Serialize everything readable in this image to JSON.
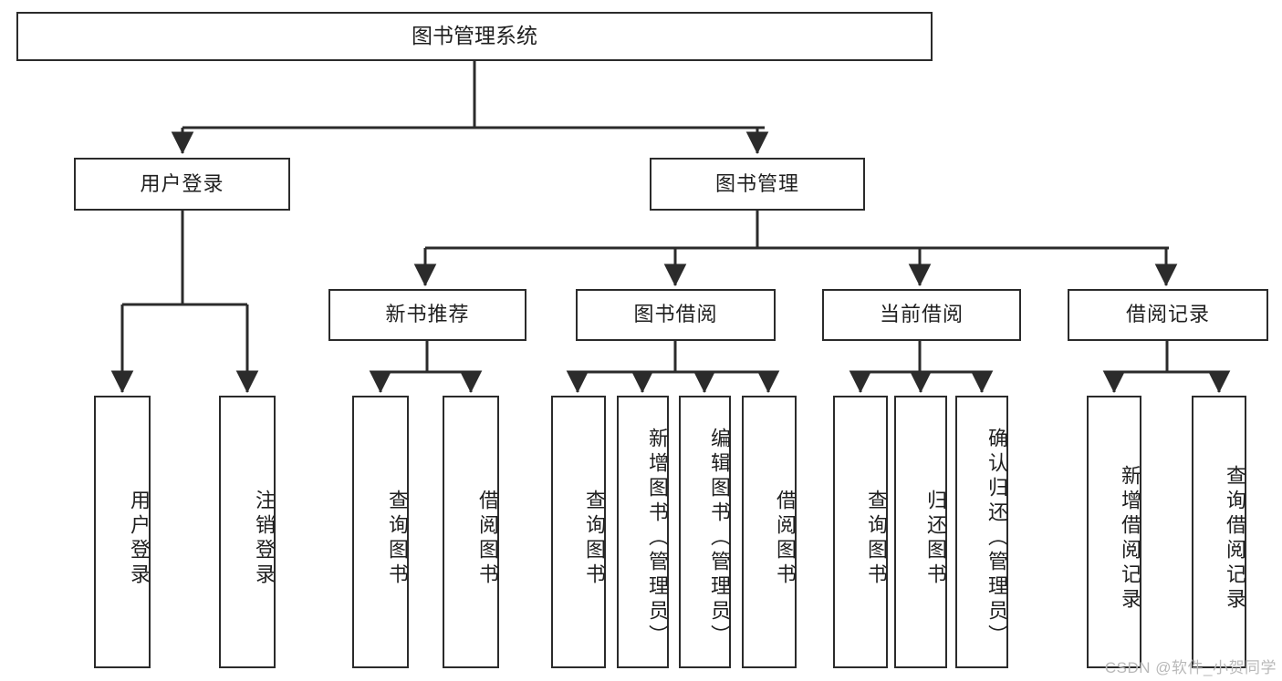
{
  "diagram": {
    "type": "tree-hierarchy",
    "title": "图书管理系统",
    "watermark": "CSDN @软件_小贺同学",
    "style": {
      "background": "#ffffff",
      "box_border": "#2b2b2b",
      "box_fill": "#ffffff",
      "connector": "#2b2b2b",
      "text": "#1f1f1f"
    },
    "nodes": {
      "root": {
        "label": "图书管理系统",
        "level": 1
      },
      "l2": [
        {
          "label": "用户登录",
          "level": 2
        },
        {
          "label": "图书管理",
          "level": 2
        }
      ],
      "l3": [
        {
          "label": "新书推荐",
          "level": 3
        },
        {
          "label": "图书借阅",
          "level": 3
        },
        {
          "label": "当前借阅",
          "level": 3
        },
        {
          "label": "借阅记录",
          "level": 3
        }
      ],
      "leaves": [
        {
          "label": "用户登录",
          "parent": "用户登录"
        },
        {
          "label": "注销登录",
          "parent": "用户登录"
        },
        {
          "label": "查询图书",
          "parent": "新书推荐"
        },
        {
          "label": "借阅图书",
          "parent": "新书推荐"
        },
        {
          "label": "查询图书",
          "parent": "图书借阅"
        },
        {
          "label": "新增图书（管理员）",
          "parent": "图书借阅"
        },
        {
          "label": "编辑图书（管理员）",
          "parent": "图书借阅"
        },
        {
          "label": "借阅图书",
          "parent": "图书借阅"
        },
        {
          "label": "查询图书",
          "parent": "当前借阅"
        },
        {
          "label": "归还图书",
          "parent": "当前借阅"
        },
        {
          "label": "确认归还（管理员）",
          "parent": "当前借阅"
        },
        {
          "label": "新增借阅记录",
          "parent": "借阅记录"
        },
        {
          "label": "查询借阅记录",
          "parent": "借阅记录"
        }
      ]
    },
    "edges": [
      {
        "from": "图书管理系统",
        "to": "用户登录"
      },
      {
        "from": "图书管理系统",
        "to": "图书管理"
      },
      {
        "from": "图书管理",
        "to": "新书推荐"
      },
      {
        "from": "图书管理",
        "to": "图书借阅"
      },
      {
        "from": "图书管理",
        "to": "当前借阅"
      },
      {
        "from": "图书管理",
        "to": "借阅记录"
      },
      {
        "from": "用户登录",
        "to": "用户登录（叶）"
      },
      {
        "from": "用户登录",
        "to": "注销登录"
      },
      {
        "from": "新书推荐",
        "to": "查询图书"
      },
      {
        "from": "新书推荐",
        "to": "借阅图书"
      },
      {
        "from": "图书借阅",
        "to": "查询图书"
      },
      {
        "from": "图书借阅",
        "to": "新增图书（管理员）"
      },
      {
        "from": "图书借阅",
        "to": "编辑图书（管理员）"
      },
      {
        "from": "图书借阅",
        "to": "借阅图书"
      },
      {
        "from": "当前借阅",
        "to": "查询图书"
      },
      {
        "from": "当前借阅",
        "to": "归还图书"
      },
      {
        "from": "当前借阅",
        "to": "确认归还（管理员）"
      },
      {
        "from": "借阅记录",
        "to": "新增借阅记录"
      },
      {
        "from": "借阅记录",
        "to": "查询借阅记录"
      }
    ]
  }
}
